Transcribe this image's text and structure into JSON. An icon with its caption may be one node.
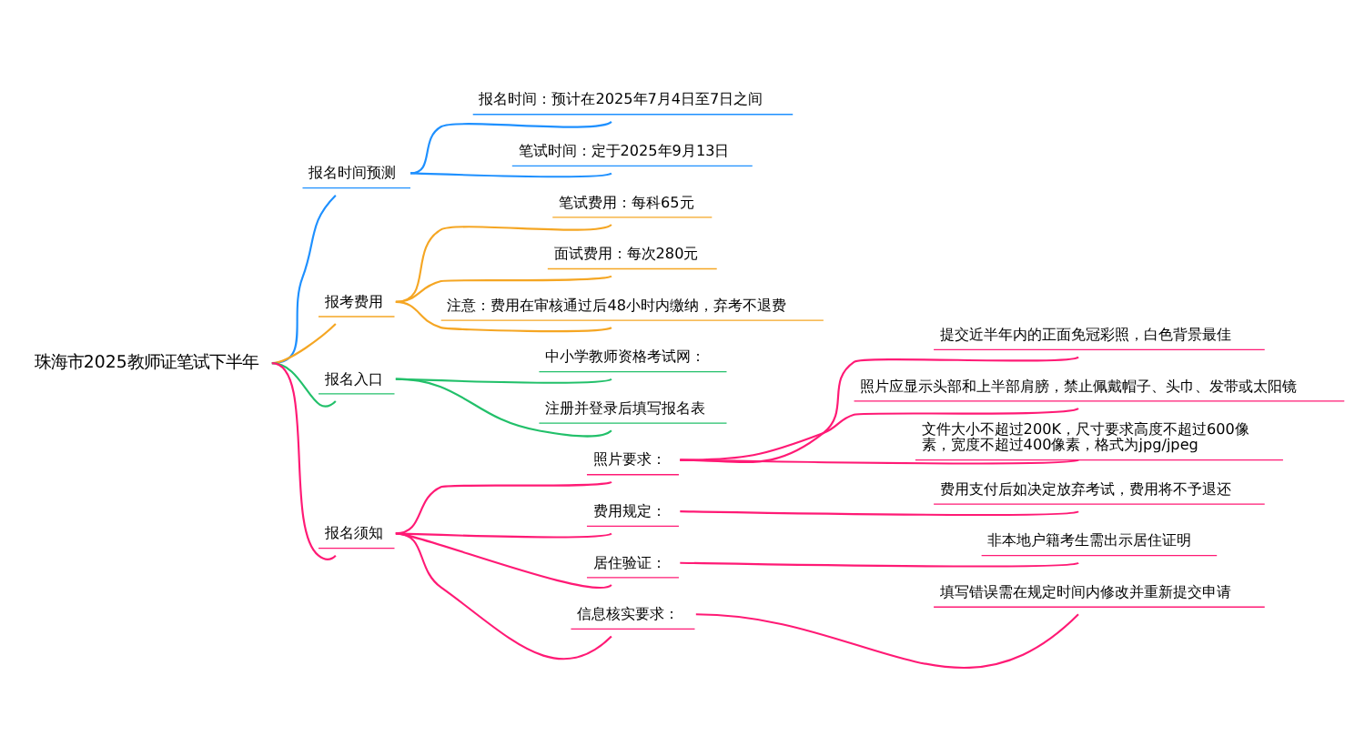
{
  "diagram": {
    "nodes": [
      {
        "text": [
          "珠海市2025教师证笔试下半年"
        ]
      },
      {
        "text": [
          "报名时间预测"
        ]
      },
      {
        "text": [
          "报名时间：预计在2025年7月4日至7日之间"
        ]
      },
      {
        "text": [
          "笔试时间：定于2025年9月13日"
        ]
      },
      {
        "text": [
          "报考费用"
        ]
      },
      {
        "text": [
          "笔试费用：每科65元"
        ]
      },
      {
        "text": [
          "面试费用：每次280元"
        ]
      },
      {
        "text": [
          "注意：费用在审核通过后48小时内缴纳，弃考不退费"
        ]
      },
      {
        "text": [
          "报名入口"
        ]
      },
      {
        "text": [
          "中小学教师资格考试网："
        ]
      },
      {
        "text": [
          "注册并登录后填写报名表"
        ]
      },
      {
        "text": [
          "报名须知"
        ]
      },
      {
        "text": [
          "照片要求："
        ]
      },
      {
        "text": [
          "提交近半年内的正面免冠彩照，白色背景最佳"
        ]
      },
      {
        "text": [
          "照片应显示头部和上半部肩膀，禁止佩戴帽子、头巾、发带或太阳镜"
        ]
      },
      {
        "text": [
          "文件大小不超过200K，尺寸要求高度不超过600像素，宽度不超过400像素，格式为jpg/jpeg"
        ]
      },
      {
        "text": [
          "费用规定："
        ]
      },
      {
        "text": [
          "费用支付后如决定放弃考试，费用将不予退还"
        ]
      },
      {
        "text": [
          "居住验证："
        ]
      },
      {
        "text": [
          "非本地户籍考生需出示居住证明"
        ]
      },
      {
        "text": [
          "信息核实要求："
        ]
      },
      {
        "text": [
          "填写错误需在规定时间内修改并重新提交申请"
        ]
      }
    ],
    "edges": [
      {
        "from": 0,
        "to": 1,
        "arrow": "none",
        "color": "#1e90ff"
      },
      {
        "from": 1,
        "to": 2,
        "arrow": "none",
        "color": "#1e90ff"
      },
      {
        "from": 1,
        "to": 3,
        "arrow": "none",
        "color": "#1e90ff"
      },
      {
        "from": 0,
        "to": 4,
        "arrow": "none",
        "color": "#f5a623"
      },
      {
        "from": 4,
        "to": 5,
        "arrow": "none",
        "color": "#f5a623"
      },
      {
        "from": 4,
        "to": 6,
        "arrow": "none",
        "color": "#f5a623"
      },
      {
        "from": 4,
        "to": 7,
        "arrow": "none",
        "color": "#f5a623"
      },
      {
        "from": 0,
        "to": 8,
        "arrow": "none",
        "color": "#22c06a"
      },
      {
        "from": 8,
        "to": 9,
        "arrow": "none",
        "color": "#22c06a"
      },
      {
        "from": 8,
        "to": 10,
        "arrow": "none",
        "color": "#22c06a"
      },
      {
        "from": 0,
        "to": 11,
        "arrow": "none"
      },
      {
        "from": 11,
        "to": 12,
        "arrow": "none"
      },
      {
        "from": 12,
        "to": 13,
        "arrow": "none"
      },
      {
        "from": 12,
        "to": 14,
        "arrow": "none"
      },
      {
        "from": 12,
        "to": 15,
        "arrow": "none"
      },
      {
        "from": 11,
        "to": 16,
        "arrow": "none"
      },
      {
        "from": 16,
        "to": 17,
        "arrow": "none"
      },
      {
        "from": 11,
        "to": 18,
        "arrow": "none"
      },
      {
        "from": 18,
        "to": 19,
        "arrow": "none"
      },
      {
        "from": 11,
        "to": 20,
        "arrow": "none"
      },
      {
        "from": 20,
        "to": 21,
        "arrow": "none"
      }
    ]
  }
}
